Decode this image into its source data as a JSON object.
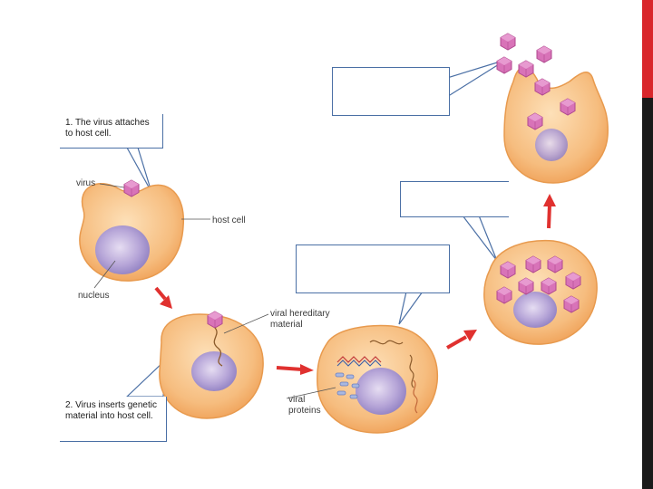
{
  "captions": {
    "step1": "1. The virus attaches to host cell.",
    "step2": "2. Virus inserts genetic material into host cell.",
    "step3": "",
    "step4": "",
    "step5": ""
  },
  "labels": {
    "virus": "virus",
    "host_cell": "host cell",
    "nucleus": "nucleus",
    "viral_hereditary_line1": "viral hereditary",
    "viral_hereditary_line2": "material",
    "viral_proteins_line1": "viral",
    "viral_proteins_line2": "proteins"
  },
  "colors": {
    "cell_fill": "#f5b978",
    "cell_edge": "#e89a4e",
    "nucleus": "#b9a7d6",
    "virus": "#d873b8",
    "arrow": "#e0312f",
    "callout_border": "#4a6fa5",
    "side_bar_dark": "#1a1a1a",
    "side_bar_accent": "#d9262b"
  }
}
